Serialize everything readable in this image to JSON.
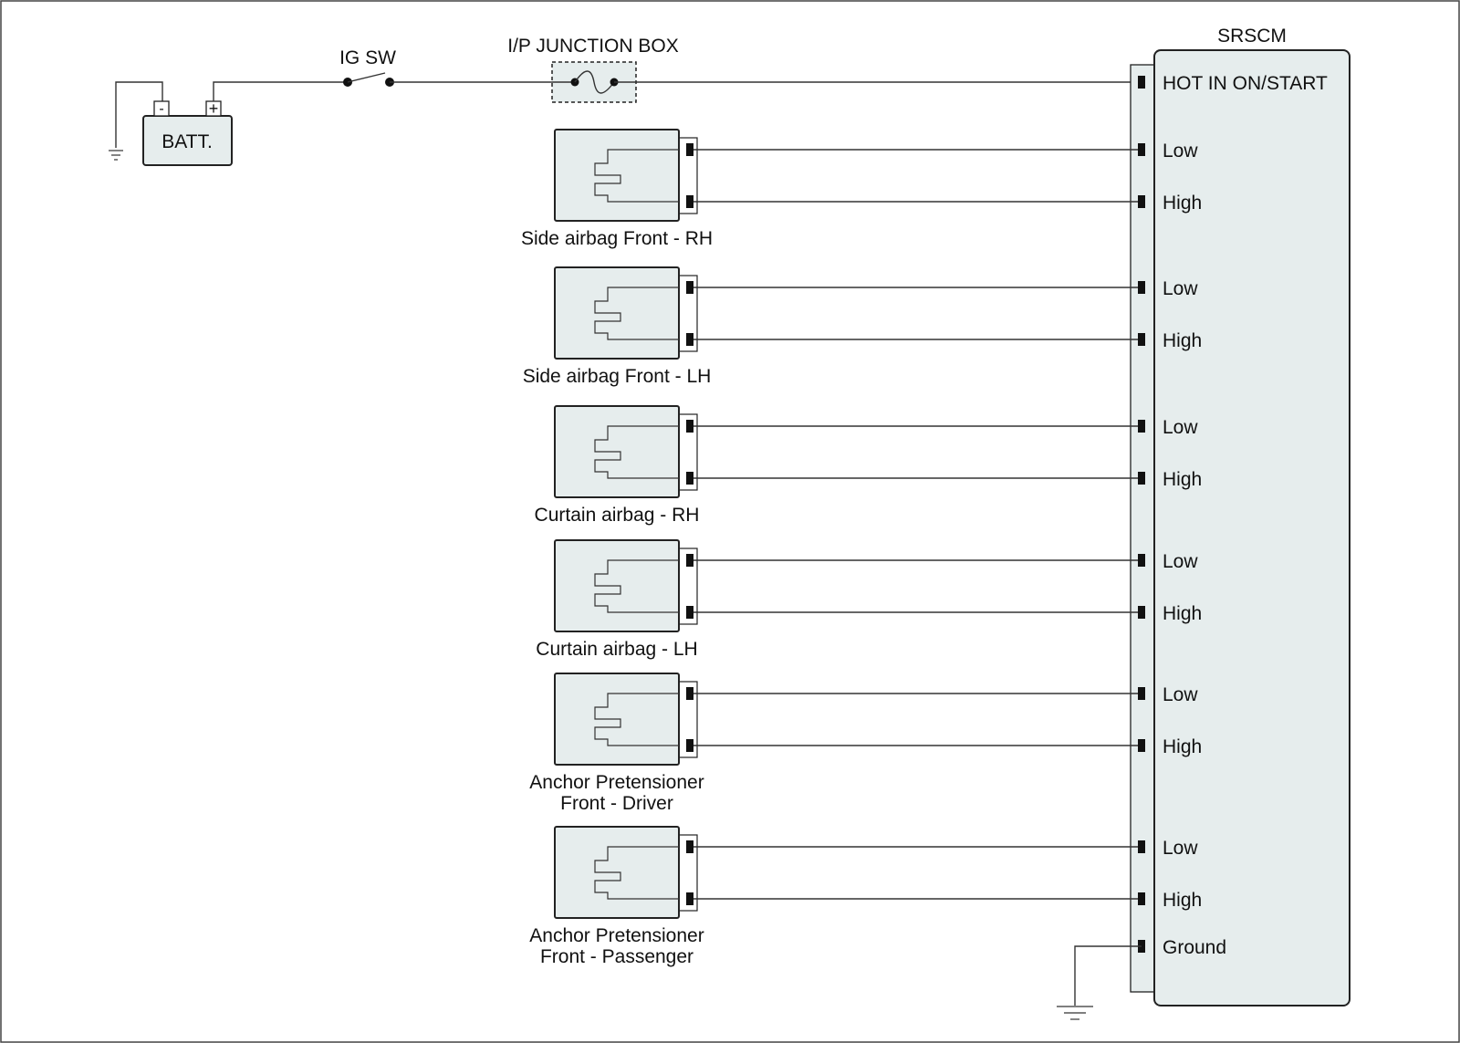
{
  "colors": {
    "fill": "#e6eded",
    "stroke": "#222222",
    "wire": "#333333"
  },
  "battery": {
    "label": "BATT.",
    "neg_symbol": "-",
    "pos_symbol": "+"
  },
  "ig_switch": {
    "label": "IG SW"
  },
  "junction_box": {
    "label": "I/P JUNCTION BOX",
    "icon": "fuse-icon"
  },
  "module": {
    "title": "SRSCM",
    "hot_pin": "HOT IN ON/START",
    "ground_pin": "Ground"
  },
  "airbags": [
    {
      "label_lines": [
        "Side airbag Front - RH"
      ],
      "low": "Low",
      "high": "High"
    },
    {
      "label_lines": [
        "Side airbag Front - LH"
      ],
      "low": "Low",
      "high": "High"
    },
    {
      "label_lines": [
        "Curtain airbag - RH"
      ],
      "low": "Low",
      "high": "High"
    },
    {
      "label_lines": [
        "Curtain airbag - LH"
      ],
      "low": "Low",
      "high": "High"
    },
    {
      "label_lines": [
        "Anchor Pretensioner",
        "Front - Driver"
      ],
      "low": "Low",
      "high": "High"
    },
    {
      "label_lines": [
        "Anchor Pretensioner",
        "Front - Passenger"
      ],
      "low": "Low",
      "high": "High"
    }
  ]
}
